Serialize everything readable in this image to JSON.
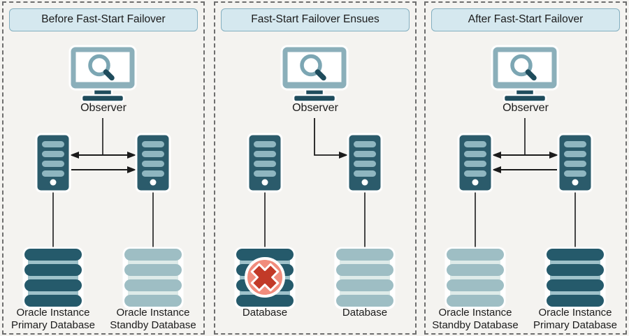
{
  "colors": {
    "background": "#F4F3F0",
    "panel_border": "#6E6E6E",
    "header_fill": "#D5E8EF",
    "header_border": "#84AFC0",
    "dark_teal": "#2B5B6B",
    "server_slat": "#8FB6C0",
    "db_dark_disk": "#255A6B",
    "db_dark_gap": "#9FC2CA",
    "db_light_disk": "#9EBEC4",
    "db_light_gap": "#DEEBE9",
    "monitor_frame": "#8BAFBA",
    "magnifier_ring": "#7CA6B3",
    "stand_dark": "#1F4C5C",
    "error_circle": "#F18C7C",
    "error_x": "#C23A28",
    "line": "#1B1B1B"
  },
  "icons": {
    "observer": "monitor-magnifier-icon",
    "server": "server-tower-icon",
    "database": "database-stack-icon",
    "failure": "error-x-icon"
  },
  "panels": [
    {
      "title": "Before Fast-Start Failover",
      "observer_label": "Observer",
      "left_db": [
        "Oracle Instance",
        "Primary Database"
      ],
      "right_db": [
        "Oracle Instance",
        "Standby Database"
      ]
    },
    {
      "title": "Fast-Start Failover Ensues",
      "observer_label": "Observer",
      "left_db": [
        "Database"
      ],
      "right_db": [
        "Database"
      ]
    },
    {
      "title": "After Fast-Start Failover",
      "observer_label": "Observer",
      "left_db": [
        "Oracle Instance",
        "Standby Database"
      ],
      "right_db": [
        "Oracle Instance",
        "Primary Database"
      ]
    }
  ]
}
